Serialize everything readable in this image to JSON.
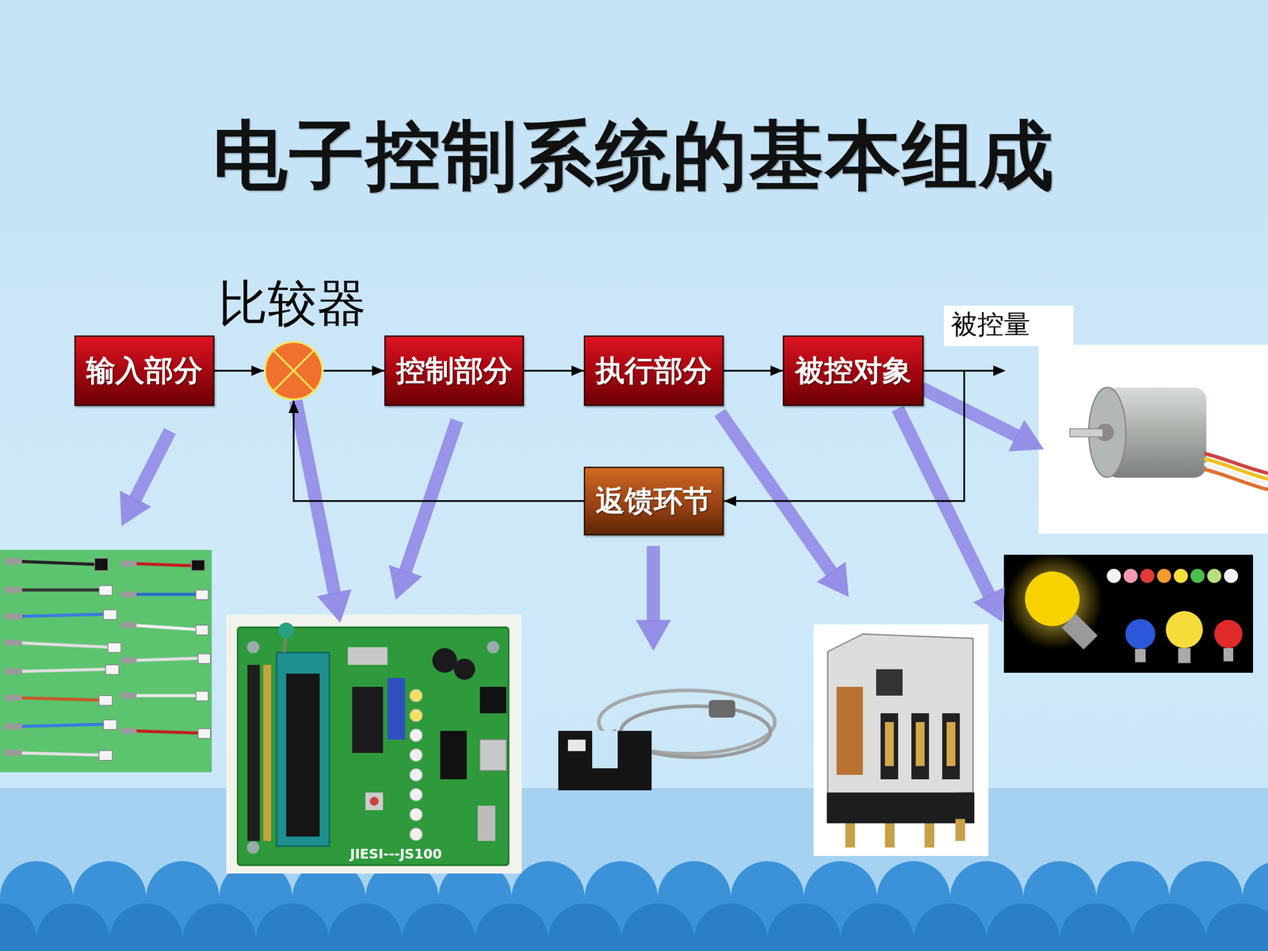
{
  "diagram": {
    "title": "电子控制系统的基本组成",
    "nodes": [
      {
        "text": [
          "输入部分"
        ]
      },
      {
        "text": [
          "比较器"
        ]
      },
      {
        "text": [
          "控制部分"
        ]
      },
      {
        "text": [
          "执行部分"
        ]
      },
      {
        "text": [
          "被控对象"
        ]
      },
      {
        "text": [
          "返馈环节"
        ]
      }
    ],
    "edges": [
      {
        "from": 0,
        "to": 1,
        "arrow": "to"
      },
      {
        "from": 1,
        "to": 2,
        "arrow": "to"
      },
      {
        "from": 2,
        "to": 3,
        "arrow": "to"
      },
      {
        "from": 3,
        "to": 4,
        "arrow": "to"
      },
      {
        "from": 4,
        "to": 5,
        "arrow": "to"
      },
      {
        "from": 5,
        "to": 1,
        "arrow": "to"
      }
    ],
    "labels": [
      "被控量",
      "JIESI---JS100"
    ]
  }
}
